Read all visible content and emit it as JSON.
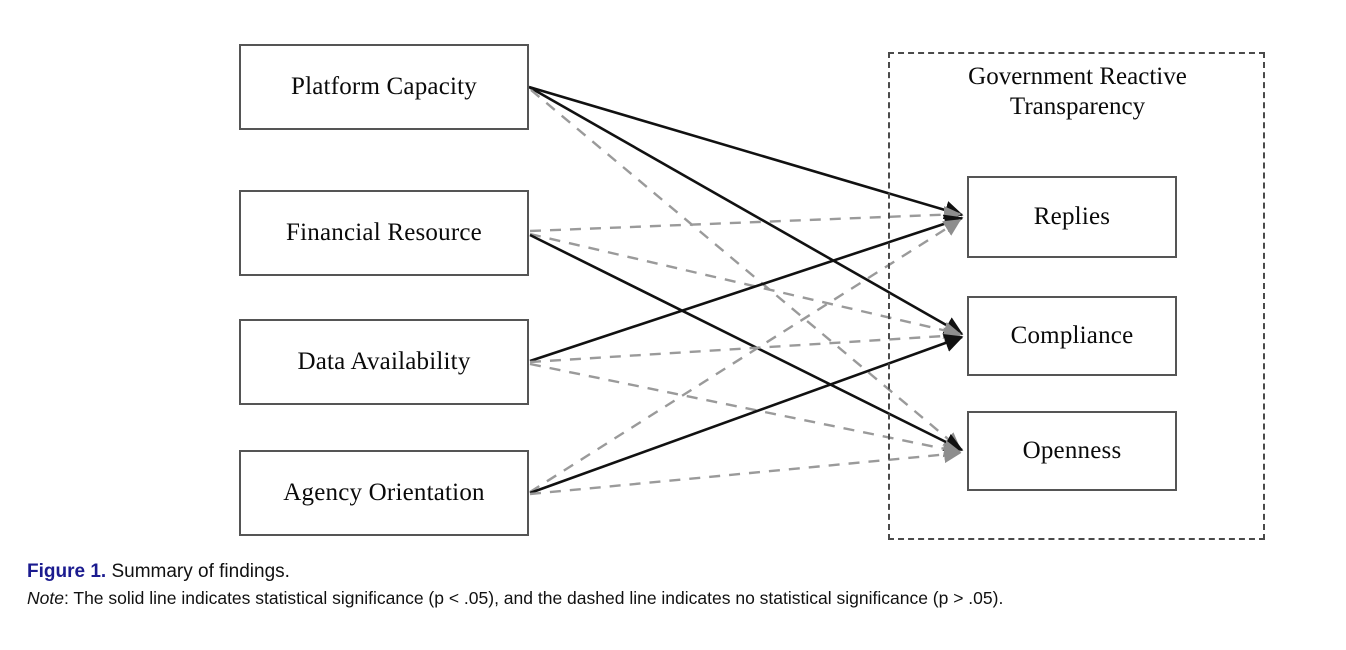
{
  "figure": {
    "label": "Figure 1.",
    "title": " Summary of findings.",
    "note_label": "Note",
    "note_text": ": The solid line indicates statistical significance (p < .05), and the dashed line indicates no statistical significance (p > .05).",
    "label_color": "#1b1b8f"
  },
  "diagram": {
    "group_title": "Government Reactive Transparency",
    "predictors": [
      {
        "id": "platform-capacity",
        "label": "Platform Capacity"
      },
      {
        "id": "financial-resource",
        "label": "Financial Resource"
      },
      {
        "id": "data-availability",
        "label": "Data Availability"
      },
      {
        "id": "agency-orientation",
        "label": "Agency Orientation"
      }
    ],
    "outcomes": [
      {
        "id": "replies",
        "label": "Replies"
      },
      {
        "id": "compliance",
        "label": "Compliance"
      },
      {
        "id": "openness",
        "label": "Openness"
      }
    ],
    "legend": {
      "solid": "statistical significance (p < .05)",
      "dashed": "no statistical significance (p > .05)"
    },
    "colors": {
      "solid_line": "#111111",
      "dashed_line": "#9a9a9a",
      "node_border": "#555555",
      "group_border": "#4a4a4a"
    }
  },
  "chart_data": {
    "type": "diagram",
    "title": "Summary of findings",
    "nodes": {
      "predictors": [
        "Platform Capacity",
        "Financial Resource",
        "Data Availability",
        "Agency Orientation"
      ],
      "outcomes": [
        "Replies",
        "Compliance",
        "Openness"
      ],
      "outcome_group": "Government Reactive Transparency"
    },
    "edges": [
      {
        "from": "Platform Capacity",
        "to": "Replies",
        "style": "solid",
        "significant": true
      },
      {
        "from": "Platform Capacity",
        "to": "Compliance",
        "style": "solid",
        "significant": true
      },
      {
        "from": "Platform Capacity",
        "to": "Openness",
        "style": "dashed",
        "significant": false
      },
      {
        "from": "Financial Resource",
        "to": "Replies",
        "style": "dashed",
        "significant": false
      },
      {
        "from": "Financial Resource",
        "to": "Compliance",
        "style": "dashed",
        "significant": false
      },
      {
        "from": "Financial Resource",
        "to": "Openness",
        "style": "solid",
        "significant": true
      },
      {
        "from": "Data Availability",
        "to": "Replies",
        "style": "solid",
        "significant": true
      },
      {
        "from": "Data Availability",
        "to": "Compliance",
        "style": "dashed",
        "significant": false
      },
      {
        "from": "Data Availability",
        "to": "Openness",
        "style": "dashed",
        "significant": false
      },
      {
        "from": "Agency Orientation",
        "to": "Replies",
        "style": "dashed",
        "significant": false
      },
      {
        "from": "Agency Orientation",
        "to": "Compliance",
        "style": "solid",
        "significant": true
      },
      {
        "from": "Agency Orientation",
        "to": "Openness",
        "style": "dashed",
        "significant": false
      }
    ],
    "legend": [
      {
        "style": "solid",
        "meaning": "statistical significance (p < .05)"
      },
      {
        "style": "dashed",
        "meaning": "no statistical significance (p > .05)"
      }
    ]
  }
}
